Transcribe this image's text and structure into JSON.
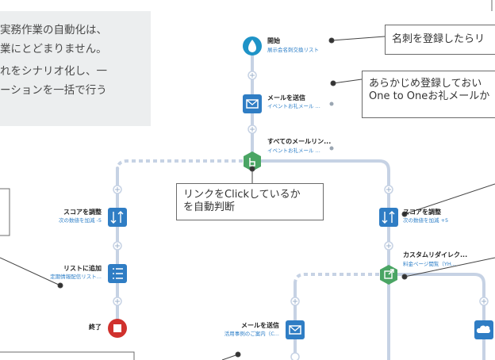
{
  "intro": {
    "line1": "実務作業の自動化は、",
    "line2": "業にとどまりません。",
    "line3": "れをシナリオ化し、一",
    "line4": "ーションを一括で行う"
  },
  "nodes": {
    "start": {
      "title": "開始",
      "sub": "展示会名刺交換リスト"
    },
    "email1": {
      "title": "メールを送信",
      "sub": "イベントお礼メール ..."
    },
    "check": {
      "title": "すべてのメールリン...",
      "sub": "イベントお礼メール ..."
    },
    "scoreL": {
      "title": "スコアを調整",
      "sub": "次の数値を加減 -5"
    },
    "listAdd": {
      "title": "リストに追加",
      "sub": "定期情報配信リスト..."
    },
    "end": {
      "title": "終了"
    },
    "scoreR": {
      "title": "スコアを調整",
      "sub": "次の数値を加減 +5"
    },
    "redirect": {
      "title": "カスタムリダイレク...",
      "sub": "料金ページ閲覧（YH..."
    },
    "email2": {
      "title": "メールを送信",
      "sub": "活用事例のご案内（C..."
    }
  },
  "callouts": {
    "c1": "名刺を登録したらリ",
    "c2_line1": "あらかじめ登録しておい",
    "c2_line2": "One to Oneお礼メールか",
    "c3_line1": "リンクをClickしているか",
    "c3_line2": "を自動判断"
  },
  "colors": {
    "blue": "#2f7dc4",
    "green": "#4aa564",
    "red": "#d0312d",
    "teal": "#1e93c7",
    "line": "#c6d2e4",
    "dash": "#c6d2e4"
  }
}
